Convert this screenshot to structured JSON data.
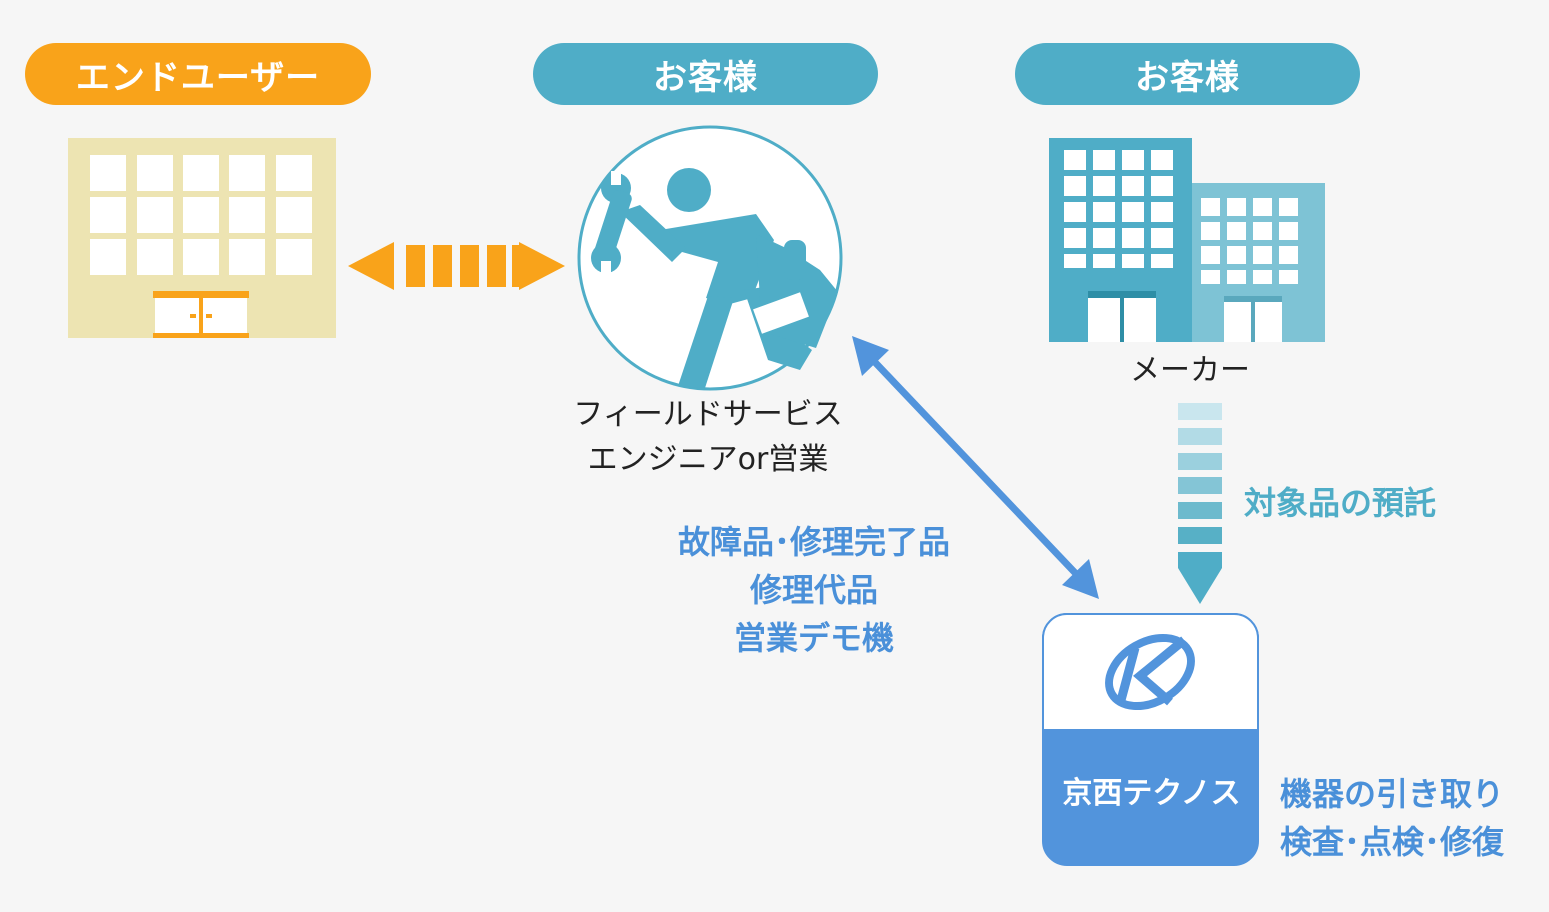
{
  "headers": {
    "end_user": "エンドユーザー",
    "customer_1": "お客様",
    "customer_2": "お客様"
  },
  "labels": {
    "engineer_line1": "フィールドサービス",
    "engineer_line2": "エンジニアor営業",
    "maker": "メーカー",
    "deposit": "対象品の預託",
    "items_line1": "故障品･修理完了品",
    "items_line2": "修理代品",
    "items_line3": "営業デモ機",
    "company": "京西テクノス",
    "services_line1": "機器の引き取り",
    "services_line2": "検査･点検･修復"
  },
  "colors": {
    "orange": "#f9a31a",
    "teal": "#4fadc7",
    "blue": "#5294dc",
    "building_beige": "#ede4b2"
  },
  "icons": [
    "office-building-icon",
    "field-engineer-icon",
    "maker-buildings-icon",
    "company-logo-icon"
  ]
}
